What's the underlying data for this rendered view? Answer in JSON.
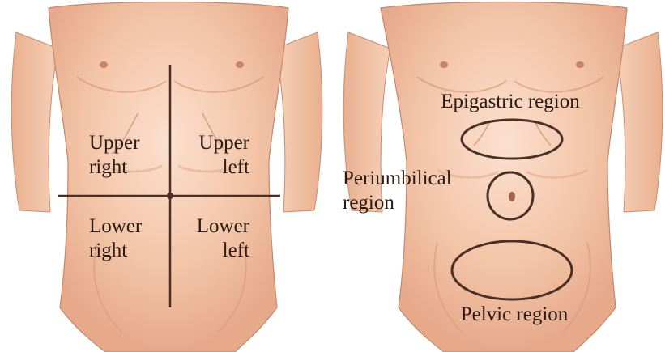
{
  "colors": {
    "skin": "#f3c7ab",
    "skin_shadow": "#d99c7e",
    "skin_light": "#fbe2d2",
    "outline": "#b57a5e",
    "line": "#4a2f26",
    "text": "#2a1a12"
  },
  "quadrant_figure": {
    "upper_right": [
      "Upper",
      "right"
    ],
    "upper_left": [
      "Upper",
      "left"
    ],
    "lower_right": [
      "Lower",
      "right"
    ],
    "lower_left": [
      "Lower",
      "left"
    ]
  },
  "region_figure": {
    "epigastric": [
      "Epigastric region"
    ],
    "periumbilical": [
      "Periumbilical",
      "region"
    ],
    "pelvic": [
      "Pelvic region"
    ]
  }
}
